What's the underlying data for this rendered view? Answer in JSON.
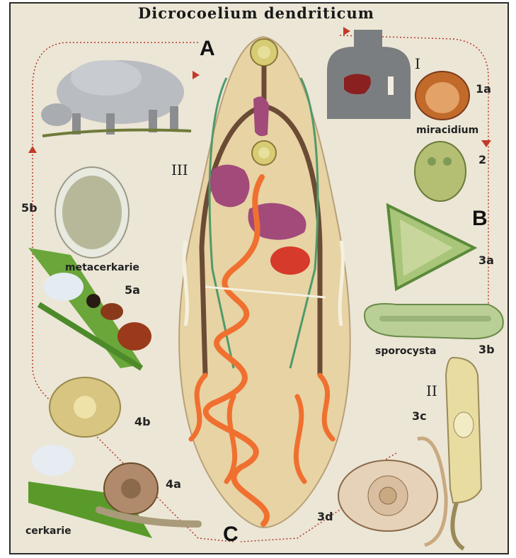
{
  "title": "Dicrocoelium dendriticum",
  "section_labels": {
    "A": "A",
    "B": "B",
    "C": "C"
  },
  "roman_labels": {
    "I": "I",
    "II": "II",
    "III": "III"
  },
  "stage_labels": {
    "s1a": "1a",
    "s2": "2",
    "s3a": "3a",
    "s3b": "3b",
    "s3c": "3c",
    "s3d": "3d",
    "s4a": "4a",
    "s4b": "4b",
    "s5a": "5a",
    "s5b": "5b"
  },
  "stage_names": {
    "miracidium": "miracidium",
    "sporocysta": "sporocysta",
    "metacercarie": "metacerkarie",
    "cercarie": "cerkarie"
  },
  "colors": {
    "background": "#ece6d6",
    "fluke_body": "#e7d3a4",
    "intestine": "#6b4b35",
    "uterus": "#f07030",
    "testes": "#a24a7a",
    "excretory": "#4f9a6a",
    "cycle_line": "#b33a2a"
  }
}
